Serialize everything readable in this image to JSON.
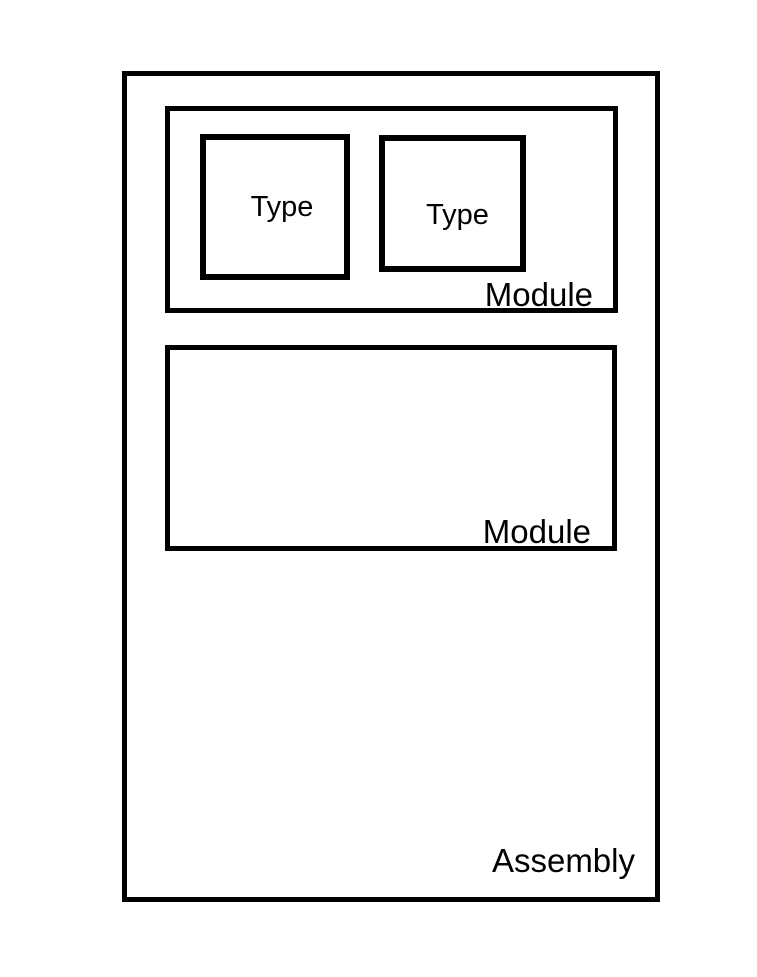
{
  "assembly": {
    "label": "Assembly",
    "modules": [
      {
        "label": "Module",
        "types": [
          {
            "label": "Type"
          },
          {
            "label": "Type"
          }
        ]
      },
      {
        "label": "Module",
        "types": []
      }
    ]
  },
  "colors": {
    "stroke": "#000000",
    "background": "#ffffff",
    "text": "#000000"
  }
}
